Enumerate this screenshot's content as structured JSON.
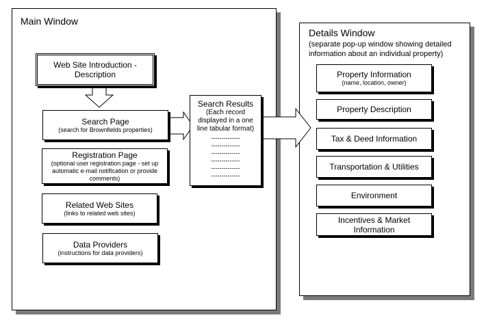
{
  "main_window": {
    "title": "Main Window",
    "intro": "Web Site Introduction - Description",
    "search_page": {
      "title": "Search Page",
      "subtitle": "(search for Brownfields properties)"
    },
    "registration_page": {
      "title": "Registration Page",
      "subtitle": "(optional user registration page - set up automatic e-mail notification or provide comments)"
    },
    "related_sites": {
      "title": "Related Web Sites",
      "subtitle": "(links to related web sites)"
    },
    "data_providers": {
      "title": "Data Providers",
      "subtitle": "(instructions for data providers)"
    }
  },
  "search_results": {
    "title": "Search Results",
    "subtitle": "(Each record displayed in a one line tabular format)",
    "dashes": [
      "--------------",
      "--------------",
      "--------------",
      "--------------",
      "--------------",
      "--------------"
    ]
  },
  "details_window": {
    "title": "Details Window",
    "subtitle": "(separate pop-up window showing detailed information about an individual property)",
    "items": [
      {
        "title": "Property Information",
        "subtitle": "(name, location, owner)"
      },
      {
        "title": "Property Description"
      },
      {
        "title": "Tax & Deed Information"
      },
      {
        "title": "Transportation & Utilities"
      },
      {
        "title": "Environment"
      },
      {
        "title": "Incentives & Market Information"
      }
    ]
  }
}
